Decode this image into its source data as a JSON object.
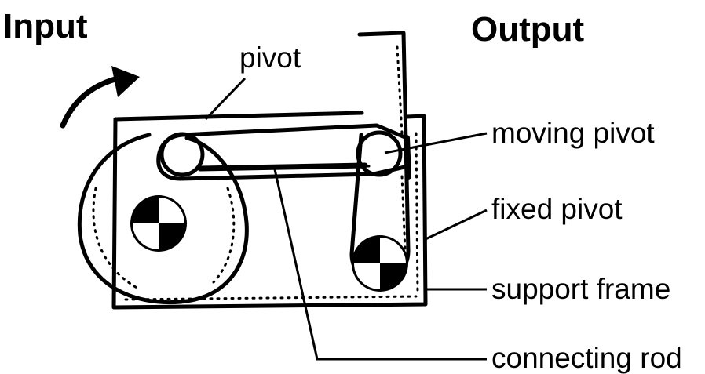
{
  "headings": {
    "input": "Input",
    "output": "Output"
  },
  "labels": {
    "pivot": "pivot",
    "moving_pivot": "moving pivot",
    "fixed_pivot": "fixed pivot",
    "support_frame": "support frame",
    "connecting_rod": "connecting rod"
  },
  "colors": {
    "ink": "#000000",
    "background": "#ffffff"
  }
}
